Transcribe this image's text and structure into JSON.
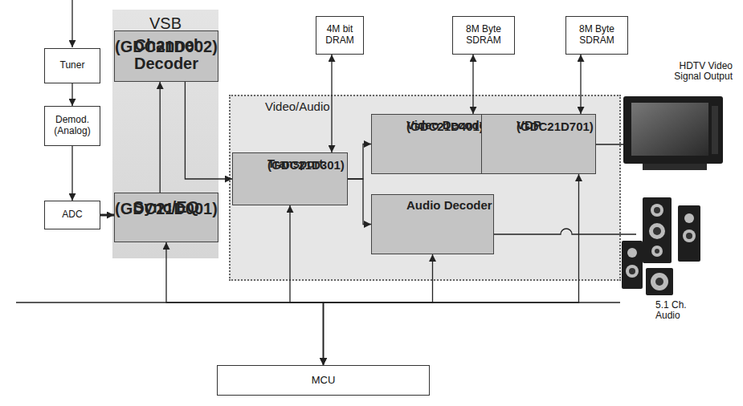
{
  "diagram": {
    "nodes": [
      {
        "text": [
          "Tuner"
        ]
      },
      {
        "text": [
          "Demod. (Analog)"
        ]
      },
      {
        "text": [
          "ADC"
        ]
      },
      {
        "text": [
          "VSB"
        ]
      },
      {
        "text": [
          "Channel Decoder",
          "(GDC21D002)"
        ],
        "in": 3
      },
      {
        "text": [
          "Sync/EQ",
          "(GDC21D001)"
        ],
        "in": 3
      },
      {
        "text": [
          "4M bit DRAM"
        ]
      },
      {
        "text": [
          "8M Byte SDRAM"
        ]
      },
      {
        "text": [
          "8M Byte SDRAM"
        ]
      },
      {
        "text": [
          "Video/Audio"
        ]
      },
      {
        "text": [
          "Transport",
          "(GDC21D301)"
        ],
        "in": 9
      },
      {
        "text": [
          "Video Decoder",
          "(GDC21D401)"
        ],
        "in": 9
      },
      {
        "text": [
          "Audio Decoder"
        ],
        "in": 9
      },
      {
        "text": [
          "VDP",
          "(GDC21D701)"
        ],
        "in": 9
      },
      {
        "text": [
          "MCU"
        ]
      }
    ],
    "edges": [
      {
        "from": 0,
        "to": 1,
        "arrow": "to"
      },
      {
        "from": 1,
        "to": 2,
        "arrow": "to"
      },
      {
        "from": 2,
        "to": 5,
        "arrow": "to"
      },
      {
        "from": 5,
        "to": 4,
        "arrow": "to"
      },
      {
        "from": 4,
        "to": 10,
        "arrow": "to"
      },
      {
        "from": 6,
        "to": 10,
        "arrow": "both"
      },
      {
        "from": 10,
        "to": 11,
        "arrow": "to"
      },
      {
        "from": 10,
        "to": 12,
        "arrow": "to"
      },
      {
        "from": 7,
        "to": 11,
        "arrow": "both"
      },
      {
        "from": 11,
        "to": 13,
        "arrow": "to"
      },
      {
        "from": 8,
        "to": 13,
        "arrow": "both"
      },
      {
        "from": 14,
        "to": 5,
        "arrow": "both"
      },
      {
        "from": 14,
        "to": 10,
        "arrow": "both"
      },
      {
        "from": 14,
        "to": 12,
        "arrow": "both"
      },
      {
        "from": 14,
        "to": 13,
        "arrow": "both"
      }
    ],
    "labels": [
      "HDTV Video Signal Output",
      "5.1 Ch. Audio"
    ]
  }
}
